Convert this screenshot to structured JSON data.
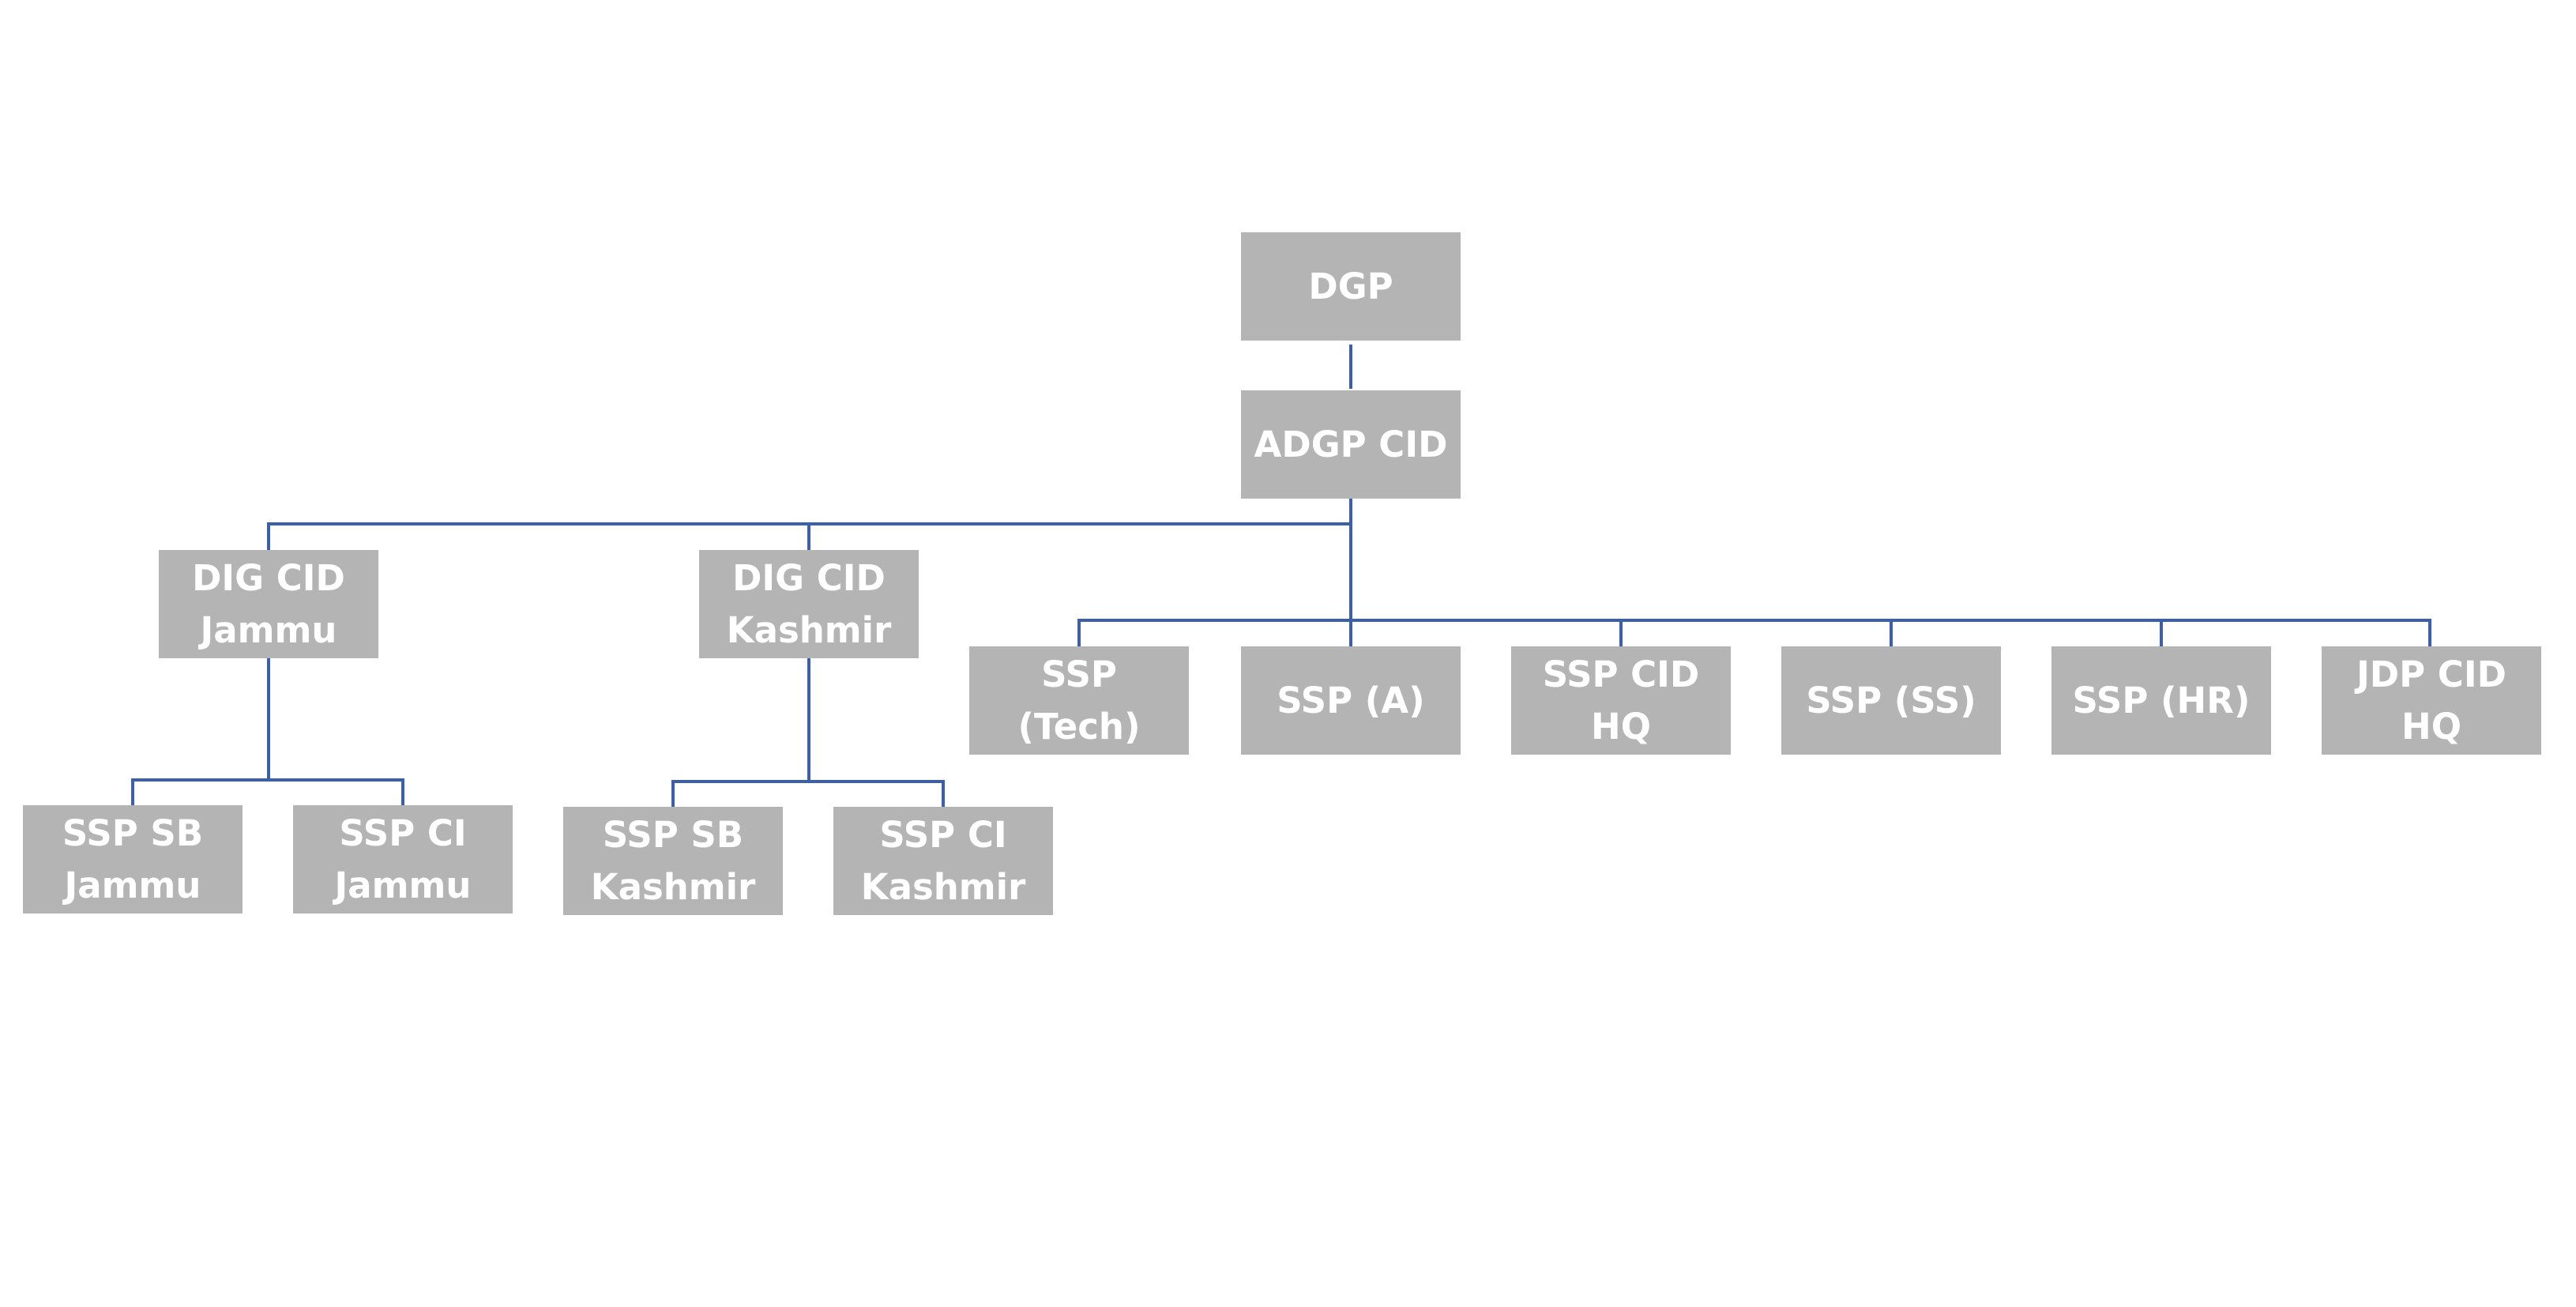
{
  "org_chart": {
    "colors": {
      "box_fill": "#b4b4b4",
      "box_text": "#ffffff",
      "connector": "#3b5fa8",
      "background": "#ffffff"
    },
    "root": {
      "label": "DGP"
    },
    "second": {
      "label": "ADGP CID"
    },
    "dig_jammu": {
      "label": "DIG CID\nJammu",
      "children": [
        {
          "label": "SSP SB\nJammu"
        },
        {
          "label": "SSP CI\nJammu"
        }
      ]
    },
    "dig_kashmir": {
      "label": "DIG CID\nKashmir",
      "children": [
        {
          "label": "SSP SB\nKashmir"
        },
        {
          "label": "SSP CI\nKashmir"
        }
      ]
    },
    "ssp_row": [
      {
        "label": "SSP (Tech)"
      },
      {
        "label": "SSP (A)"
      },
      {
        "label": "SSP CID\nHQ"
      },
      {
        "label": "SSP (SS)"
      },
      {
        "label": "SSP (HR)"
      },
      {
        "label": "JDP CID\nHQ"
      }
    ]
  }
}
